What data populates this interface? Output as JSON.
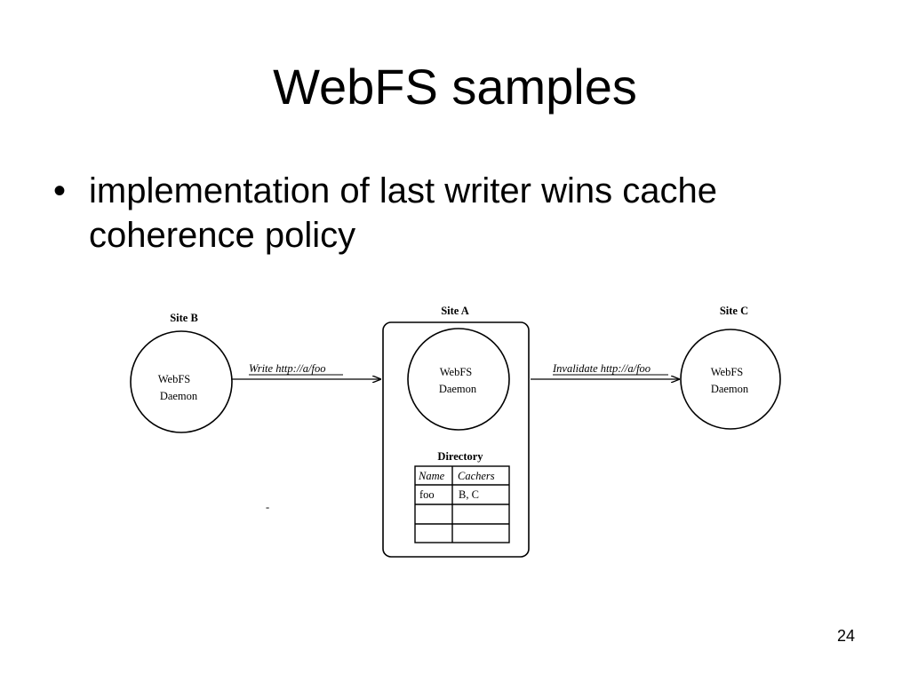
{
  "slide": {
    "title": "WebFS samples",
    "bullets": [
      "implementation of last writer wins cache coherence policy"
    ],
    "page_number": "24"
  },
  "diagram": {
    "sites": {
      "b": {
        "label": "Site B",
        "daemon_line1": "WebFS",
        "daemon_line2": "Daemon"
      },
      "a": {
        "label": "Site A",
        "daemon_line1": "WebFS",
        "daemon_line2": "Daemon"
      },
      "c": {
        "label": "Site C",
        "daemon_line1": "WebFS",
        "daemon_line2": "Daemon"
      }
    },
    "arrows": {
      "write": "Write http://a/foo",
      "invalidate": "Invalidate http://a/foo"
    },
    "directory": {
      "title": "Directory",
      "headers": [
        "Name",
        "Cachers"
      ],
      "rows": [
        [
          "foo",
          "B, C"
        ],
        [
          "",
          ""
        ],
        [
          "",
          ""
        ]
      ]
    },
    "stray_mark": "-"
  }
}
